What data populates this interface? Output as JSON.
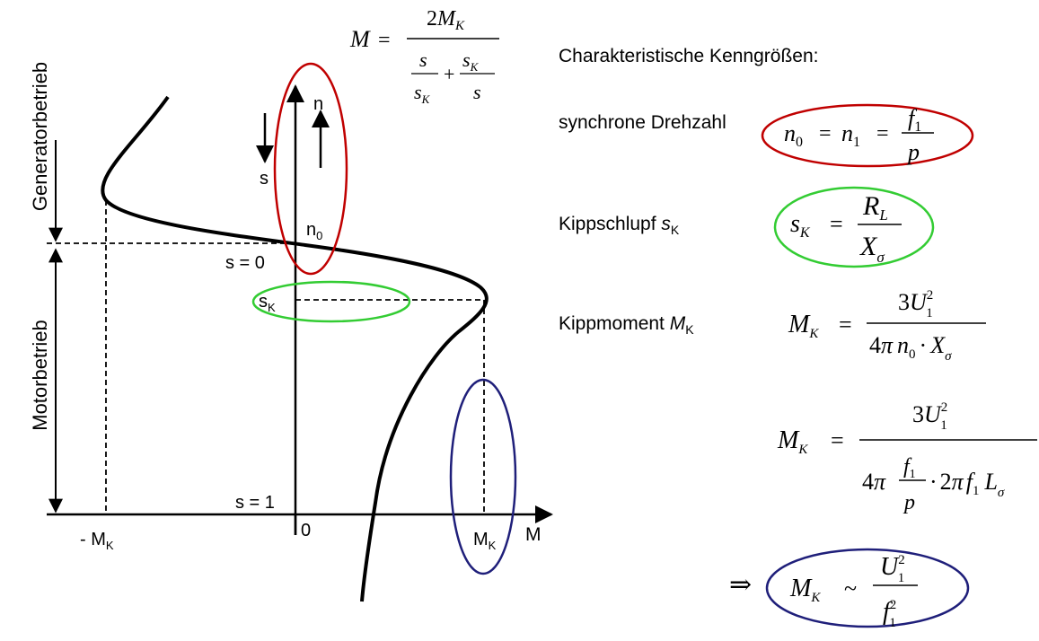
{
  "diagram": {
    "axis_labels": {
      "m_axis": "M",
      "origin": "0",
      "minus_mk_main": "- M",
      "minus_mk_sub": "K",
      "mk_main": "M",
      "mk_sub": "K"
    },
    "curve_labels": {
      "s_zero": "s = 0",
      "s_one": "s = 1",
      "sk_main": "s",
      "sk_sub": "K",
      "n0_main": "n",
      "n0_sub": "0",
      "n_arrow": "n",
      "s_arrow": "s"
    },
    "regions": {
      "generator": "Generatorbetrieb",
      "motor": "Motorbetrieb"
    },
    "top_formula": {
      "lhs": "M",
      "eq": "=",
      "num_coef": "2",
      "num_var": "M",
      "num_sub": "K",
      "t1_num": "s",
      "t1_den_var": "s",
      "t1_den_sub": "K",
      "plus": "+",
      "t2_num_var": "s",
      "t2_num_sub": "K",
      "t2_den": "s"
    }
  },
  "panel": {
    "heading": "Charakteristische Kenngrößen:",
    "sync_label": "synchrone Drehzahl",
    "kipp_slip_label": "Kippschlupf ",
    "kipp_slip_var": "s",
    "kipp_slip_sub": "K",
    "kipp_moment_label": "Kippmoment ",
    "kipp_moment_var": "M",
    "kipp_moment_sub": "K",
    "f_sync": {
      "n": "n",
      "sub0": "0",
      "eq1": "=",
      "sub1": "1",
      "eq2": "=",
      "num": "f",
      "num_sub": "1",
      "den": "p"
    },
    "f_slip": {
      "lhs": "s",
      "lhs_sub": "K",
      "eq": "=",
      "num": "R",
      "num_sub": "L",
      "den": "X",
      "den_sub": "σ"
    },
    "f_mk1": {
      "lhs": "M",
      "lhs_sub": "K",
      "eq": "=",
      "num_coef": "3",
      "num_var": "U",
      "num_sub": "1",
      "num_sup": "2",
      "den_a": "4",
      "den_pi": "π",
      "den_n": "n",
      "den_n_sub": "0",
      "den_dot": "·",
      "den_x": "X",
      "den_x_sub": "σ"
    },
    "f_mk2": {
      "lhs": "M",
      "lhs_sub": "K",
      "eq": "=",
      "num_coef": "3",
      "num_var": "U",
      "num_sub": "1",
      "num_sup": "2",
      "den_a": "4",
      "den_pi": "π",
      "frac_num": "f",
      "frac_num_sub": "1",
      "frac_den": "p",
      "den_dot": "·",
      "den_b": "2",
      "den_pi2": "π",
      "den_f": "f",
      "den_f_sub": "1",
      "den_l": "L",
      "den_l_sub": "σ"
    },
    "f_final": {
      "implies": "⇒",
      "lhs": "M",
      "lhs_sub": "K",
      "tilde": "~",
      "num": "U",
      "num_sub": "1",
      "num_sup": "2",
      "den": "f",
      "den_sub": "1",
      "den_sup": "2"
    }
  },
  "colors": {
    "red": "#c00000",
    "green": "#33cc33",
    "navy": "#1f1f7a"
  }
}
